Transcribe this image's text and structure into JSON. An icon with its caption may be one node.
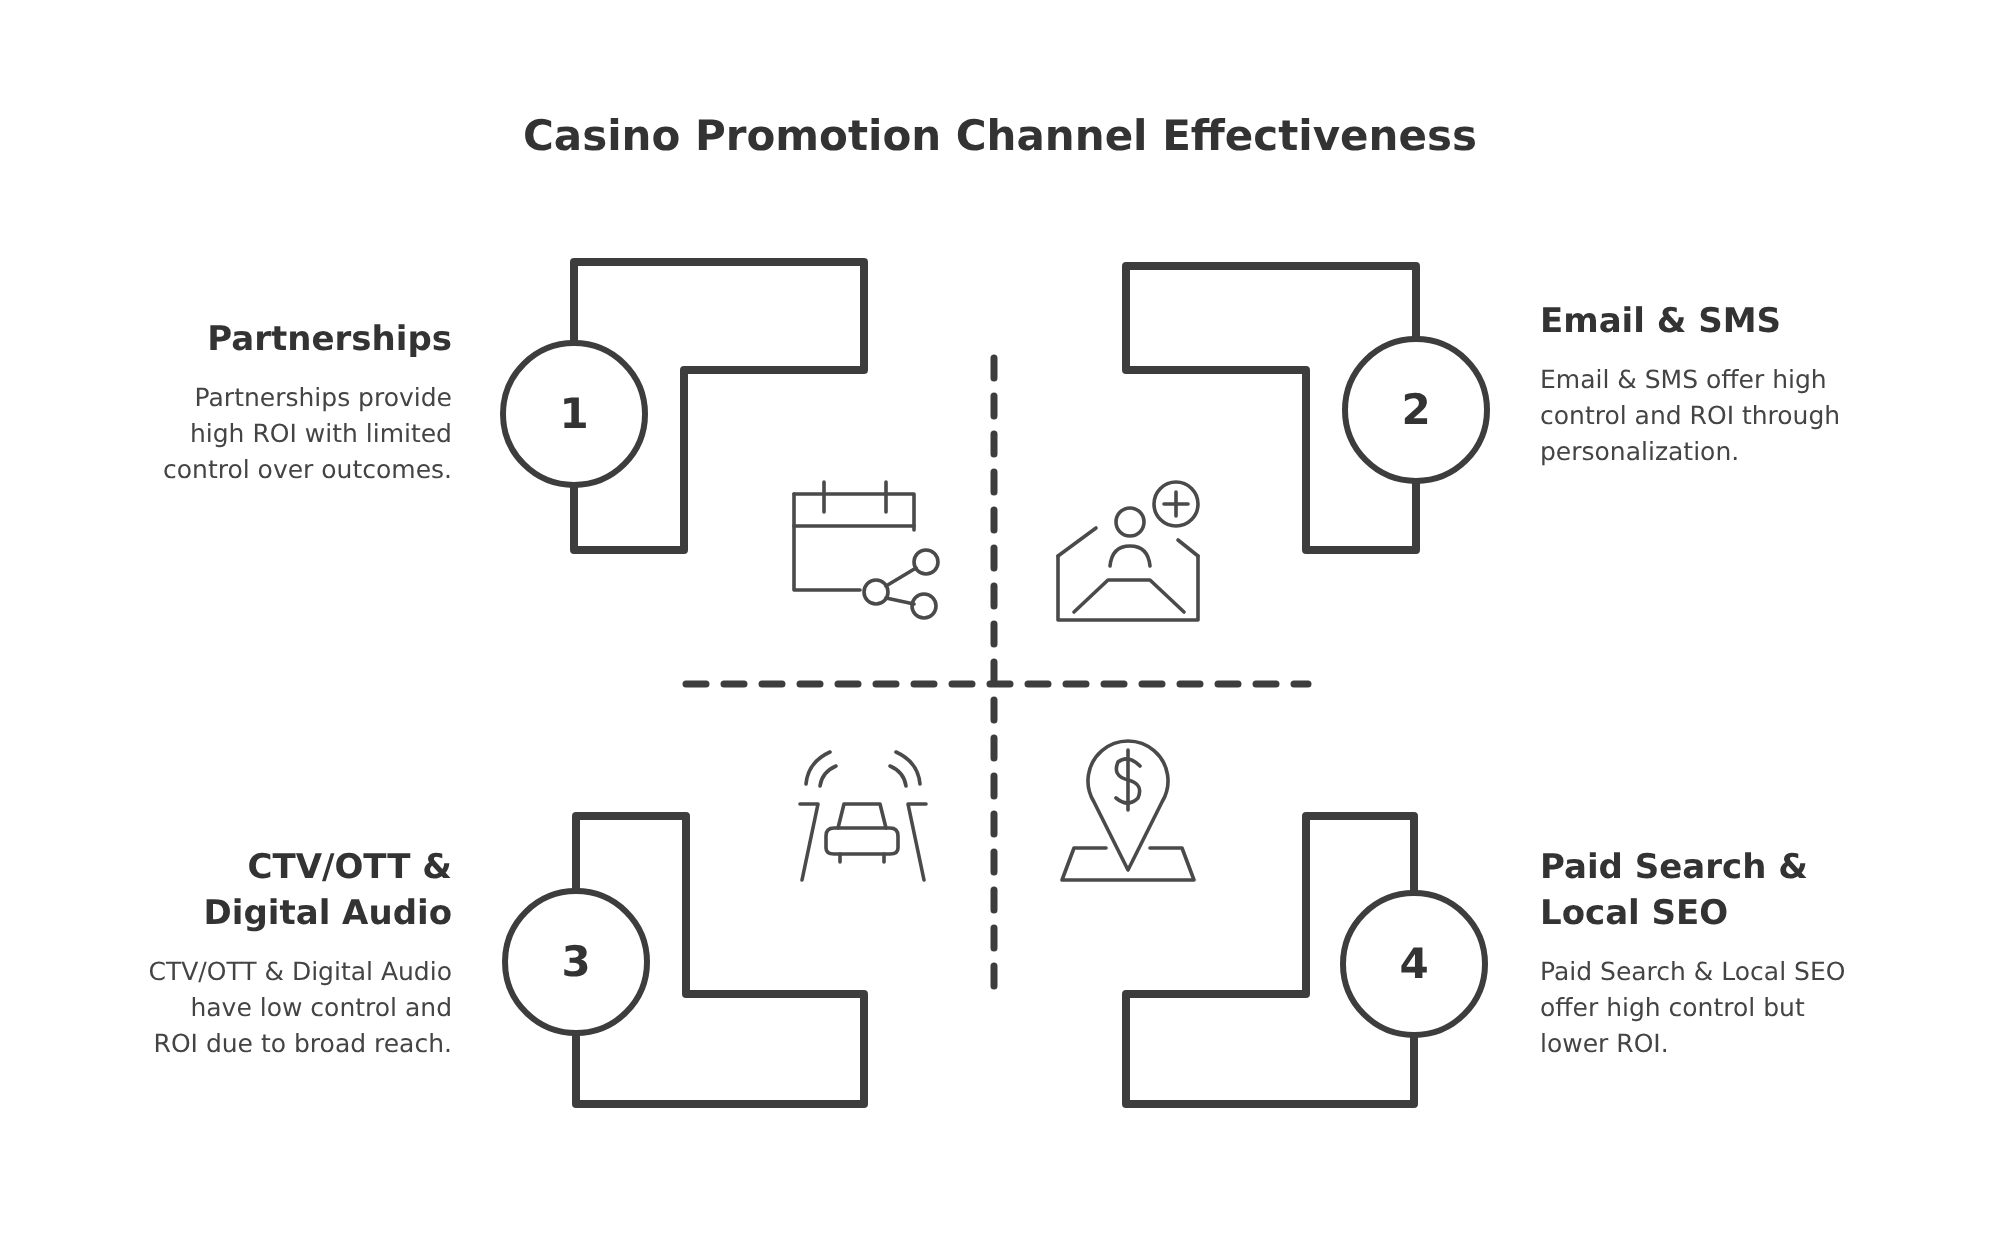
{
  "diagram": {
    "title": "Casino Promotion Channel Effectiveness",
    "nodes": [
      {
        "text": [
          "1"
        ],
        "beside": [
          "Partnerships",
          "Partnerships provide high ROI with limited control over outcomes."
        ]
      },
      {
        "text": [
          "2"
        ],
        "beside": [
          "Email & SMS",
          "Email & SMS offer high control and ROI through personalization."
        ]
      },
      {
        "text": [
          "3"
        ],
        "beside": [
          "CTV/OTT & Digital Audio",
          "CTV/OTT & Digital Audio have low control and ROI due to broad reach."
        ]
      },
      {
        "text": [
          "4"
        ],
        "beside": [
          "Paid Search & Local SEO",
          "Paid Search & Local SEO offer high control but lower ROI."
        ]
      }
    ]
  }
}
